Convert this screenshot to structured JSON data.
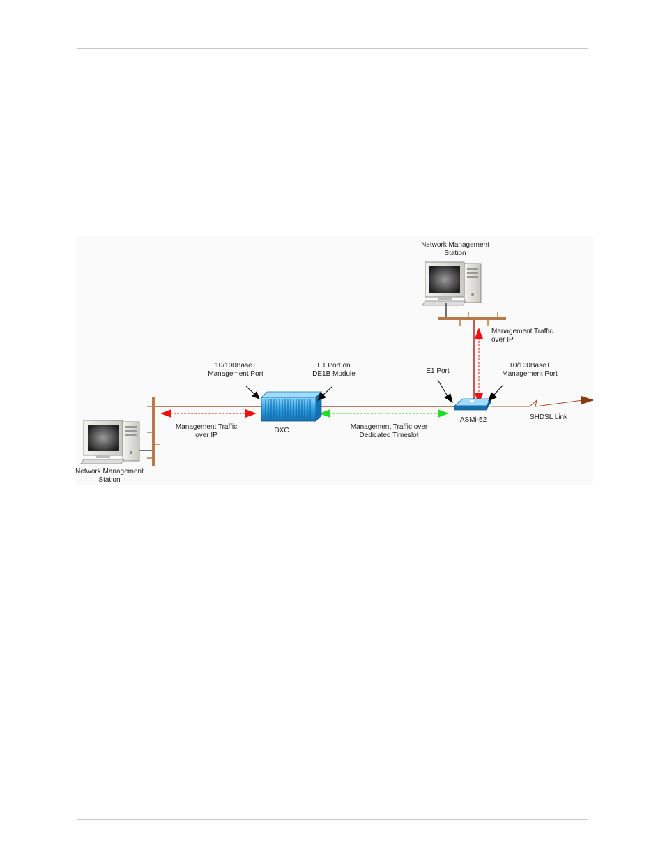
{
  "labels": {
    "nms_top_line1": "Network Management",
    "nms_top_line2": "Station",
    "mgmt_ip_right_line1": "Management Traffic",
    "mgmt_ip_right_line2": "over IP",
    "dxc_mgmt_port_line1": "10/100BaseT",
    "dxc_mgmt_port_line2": "Management Port",
    "e1_de1b_line1": "E1 Port on",
    "e1_de1b_line2": "DE1B Module",
    "e1_port": "E1 Port",
    "asmi_mgmt_port_line1": "10/100BaseT",
    "asmi_mgmt_port_line2": "Management Port",
    "mgmt_ip_left_line1": "Management Traffic",
    "mgmt_ip_left_line2": "over IP",
    "dxc": "DXC",
    "mgmt_ts_line1": "Management Traffic over",
    "mgmt_ts_line2": "Dedicated Timeslot",
    "asmi": "ASMi-52",
    "shdsl": "SHDSL Link",
    "nms_left_line1": "Network Management",
    "nms_left_line2": "Station"
  },
  "colors": {
    "link": "#a0522d",
    "lan_bus": "#b87a4b",
    "ip_arrow": "#ee1111",
    "timeslot_arrow": "#22dd22",
    "pointer": "#000000",
    "device_blue": "#2fa0e0"
  },
  "icons": [
    "computer-icon",
    "dxc-device-icon",
    "asmi-device-icon"
  ]
}
